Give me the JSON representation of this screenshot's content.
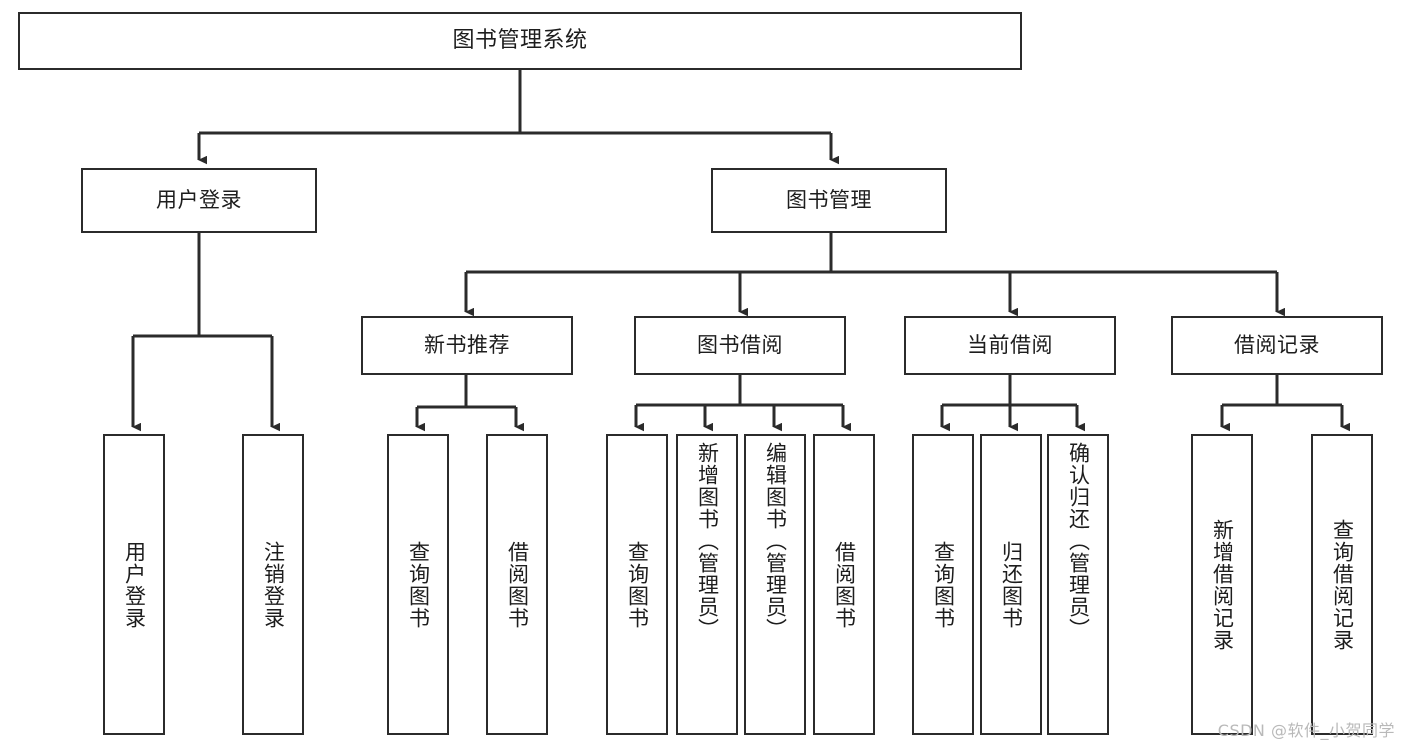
{
  "diagram": {
    "title": "图书管理系统",
    "watermark": "CSDN @软件_小贺同学",
    "line_color": "#2b2b2b",
    "box_fill": "#ffffff",
    "text_color": "#1d1d1d",
    "background": "#ffffff"
  },
  "nodes": {
    "root": {
      "label": "图书管理系统"
    },
    "level2": [
      {
        "label": "用户登录"
      },
      {
        "label": "图书管理"
      }
    ],
    "level3": [
      {
        "label": "新书推荐"
      },
      {
        "label": "图书借阅"
      },
      {
        "label": "当前借阅"
      },
      {
        "label": "借阅记录"
      }
    ],
    "leaves": {
      "user_login": [
        {
          "label": "用户登录"
        },
        {
          "label": "注销登录"
        }
      ],
      "new_book_recommend": [
        {
          "label": "查询图书"
        },
        {
          "label": "借阅图书"
        }
      ],
      "book_borrow": [
        {
          "label": "查询图书"
        },
        {
          "label": "新增图书（管理员）"
        },
        {
          "label": "编辑图书（管理员）"
        },
        {
          "label": "借阅图书"
        }
      ],
      "current_borrow": [
        {
          "label": "查询图书"
        },
        {
          "label": "归还图书"
        },
        {
          "label": "确认归还（管理员）"
        }
      ],
      "borrow_record": [
        {
          "label": "新增借阅记录"
        },
        {
          "label": "查询借阅记录"
        }
      ]
    }
  }
}
